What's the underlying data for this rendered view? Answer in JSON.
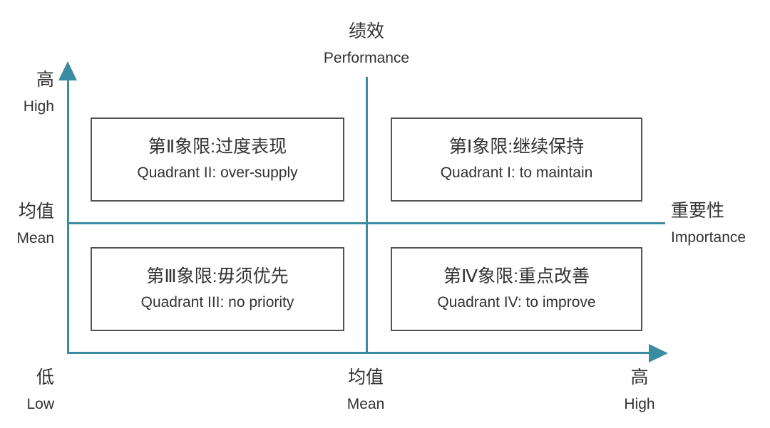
{
  "theme": {
    "accent": "#3a8da0",
    "border": "#525252",
    "text": "#323232",
    "background": "#ffffff"
  },
  "diagram": {
    "type": "importance-performance-quadrant-matrix",
    "vertical_axis_title": {
      "zh": "绩效",
      "en": "Performance"
    },
    "horizontal_axis_title": {
      "zh": "重要性",
      "en": "Importance"
    },
    "y_high": {
      "zh": "高",
      "en": "High"
    },
    "y_mean": {
      "zh": "均值",
      "en": "Mean"
    },
    "origin_low": {
      "zh": "低",
      "en": "Low"
    },
    "x_mean": {
      "zh": "均值",
      "en": "Mean"
    },
    "x_high": {
      "zh": "高",
      "en": "High"
    },
    "quadrants": [
      {
        "position": "top-left",
        "zh": "第Ⅱ象限:过度表现",
        "en": "Quadrant II: over-supply"
      },
      {
        "position": "top-right",
        "zh": "第Ⅰ象限:继续保持",
        "en": "Quadrant I: to maintain"
      },
      {
        "position": "bottom-left",
        "zh": "第Ⅲ象限:毋须优先",
        "en": "Quadrant III: no priority"
      },
      {
        "position": "bottom-right",
        "zh": "第Ⅳ象限:重点改善",
        "en": "Quadrant IV: to improve"
      }
    ]
  }
}
